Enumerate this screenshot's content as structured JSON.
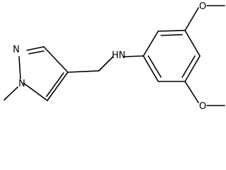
{
  "atoms": {
    "n1": "N",
    "n2": "N",
    "amine": "HN",
    "o_top": "O",
    "o_bottom": "O"
  },
  "colors": {
    "bond": "#000000",
    "label": "#000000",
    "background": "#ffffff"
  }
}
